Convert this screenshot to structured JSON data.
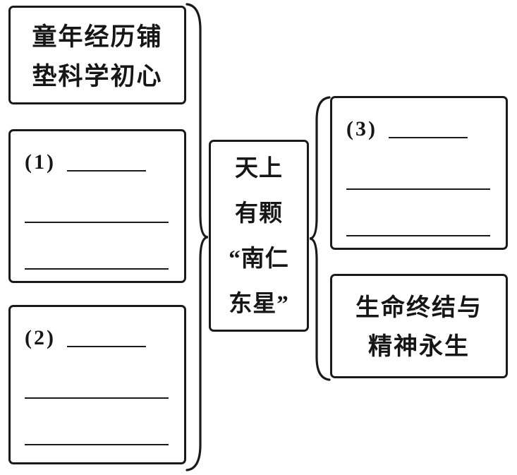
{
  "center_box": {
    "line1": "天上",
    "line2": "有颗",
    "line3": "“南仁",
    "line4": "东星”"
  },
  "left_column": {
    "box_childhood": {
      "line1": "童年经历铺",
      "line2": "垫科学初心"
    },
    "box_blank_1": {
      "label": "(1)"
    },
    "box_blank_2": {
      "label": "(2)"
    }
  },
  "right_column": {
    "box_blank_3": {
      "label": "(3)"
    },
    "box_life": {
      "line1": "生命终结与",
      "line2": "精神永生"
    }
  },
  "colors": {
    "ink": "#1a1a1a",
    "background": "#ffffff"
  }
}
